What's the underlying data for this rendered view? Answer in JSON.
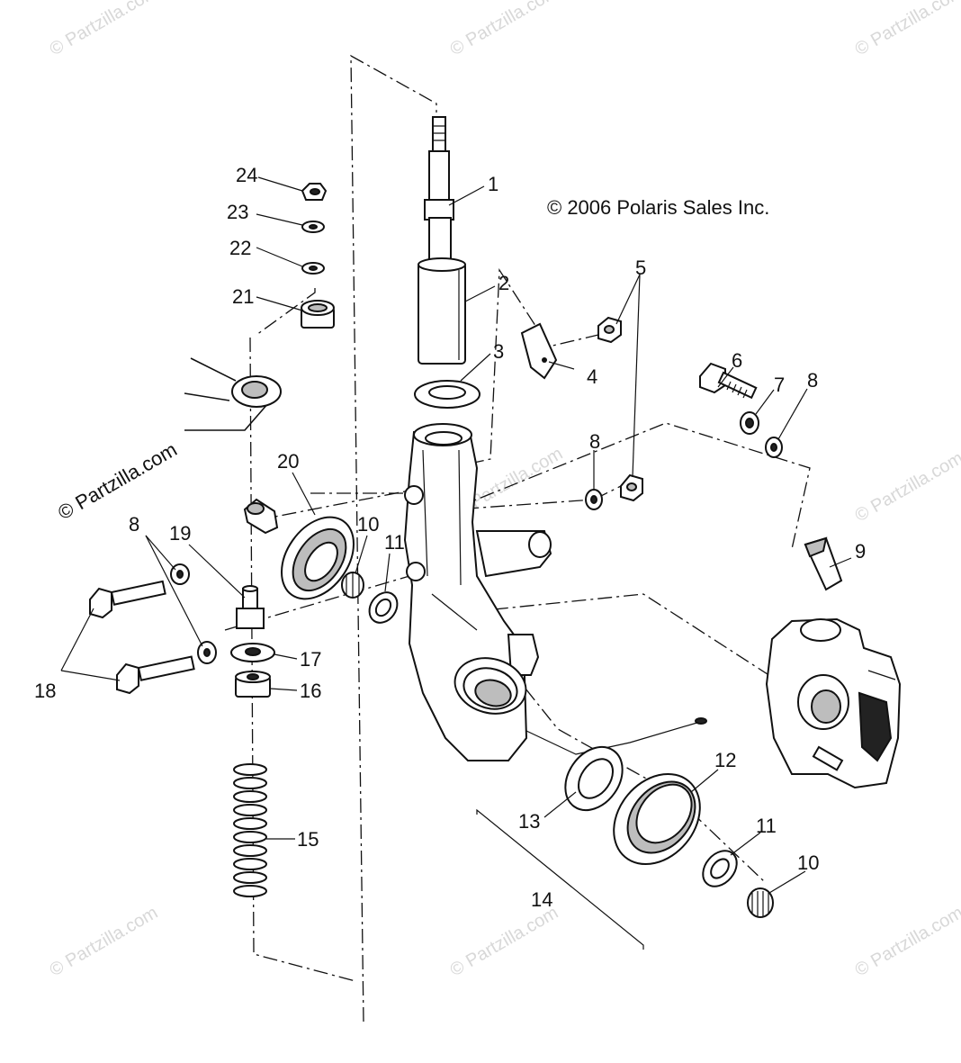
{
  "copyright": "© 2006 Polaris Sales Inc.",
  "watermark": "© Partzilla.com",
  "callouts": {
    "c1": "1",
    "c2": "2",
    "c3": "3",
    "c4": "4",
    "c5": "5",
    "c6": "6",
    "c7": "7",
    "c8a": "8",
    "c8b": "8",
    "c8c": "8",
    "c9": "9",
    "c10a": "10",
    "c10b": "10",
    "c11a": "11",
    "c11b": "11",
    "c12": "12",
    "c13": "13",
    "c14": "14",
    "c15": "15",
    "c16": "16",
    "c17": "17",
    "c18": "18",
    "c19": "19",
    "c20": "20",
    "c21": "21",
    "c22": "22",
    "c23": "23",
    "c24": "24"
  }
}
